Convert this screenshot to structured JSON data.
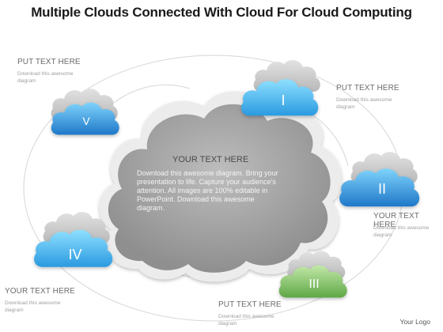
{
  "title": "Multiple Clouds Connected With Cloud For Cloud Computing",
  "center": {
    "heading": "YOUR TEXT HERE",
    "body": "Download this awesome diagram. Bring your presentation to life. Capture your audience's attention. All images are 100% editable in PowerPoint. Download this awesome diagram."
  },
  "clouds": [
    {
      "numeral": "I",
      "color": "#3a9be0"
    },
    {
      "numeral": "II",
      "color": "#2f86d2"
    },
    {
      "numeral": "III",
      "color": "#7cc062"
    },
    {
      "numeral": "IV",
      "color": "#3aa7e8"
    },
    {
      "numeral": "V",
      "color": "#2f86d2"
    }
  ],
  "labels": [
    {
      "title": "PUT TEXT HERE",
      "sub": "Download this awesome diagram"
    },
    {
      "title": "YOUR TEXT HERE",
      "sub": "Download this awesome diagram"
    },
    {
      "title": "PUT TEXT HERE",
      "sub": "Download this awesome diagram"
    },
    {
      "title": "YOUR TEXT HERE",
      "sub": "Download this awesome diagram"
    },
    {
      "title": "PUT TEXT HERE",
      "sub": "Download this awesome diagram"
    }
  ],
  "logo": "Your Logo"
}
